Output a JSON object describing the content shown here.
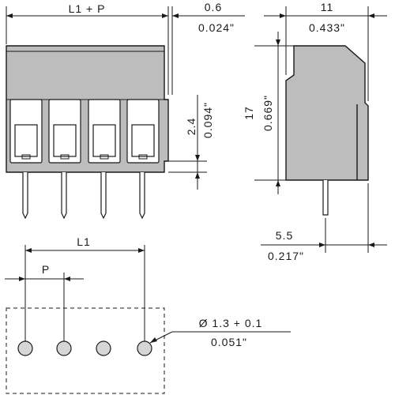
{
  "colors": {
    "ink": "#1a1a1a",
    "body_fill": "#bdbdbd",
    "hole_fill": "#d6d6d6",
    "background": "#ffffff"
  },
  "front_view": {
    "width_label": "L1 + P",
    "gap_mm": "0.6",
    "gap_in": "0.024\"",
    "pin_offset_mm": "2.4",
    "pin_offset_in": "0.094\""
  },
  "side_view": {
    "width_mm": "11",
    "width_in": "0.433\"",
    "height_mm": "17",
    "height_in": "0.669\"",
    "pin_pos_mm": "5.5",
    "pin_pos_in": "0.217\""
  },
  "footprint": {
    "span_label": "L1",
    "pitch_label": "P",
    "hole_dia_mm": "Ø 1.3 + 0.1",
    "hole_dia_in": "0.051\""
  }
}
